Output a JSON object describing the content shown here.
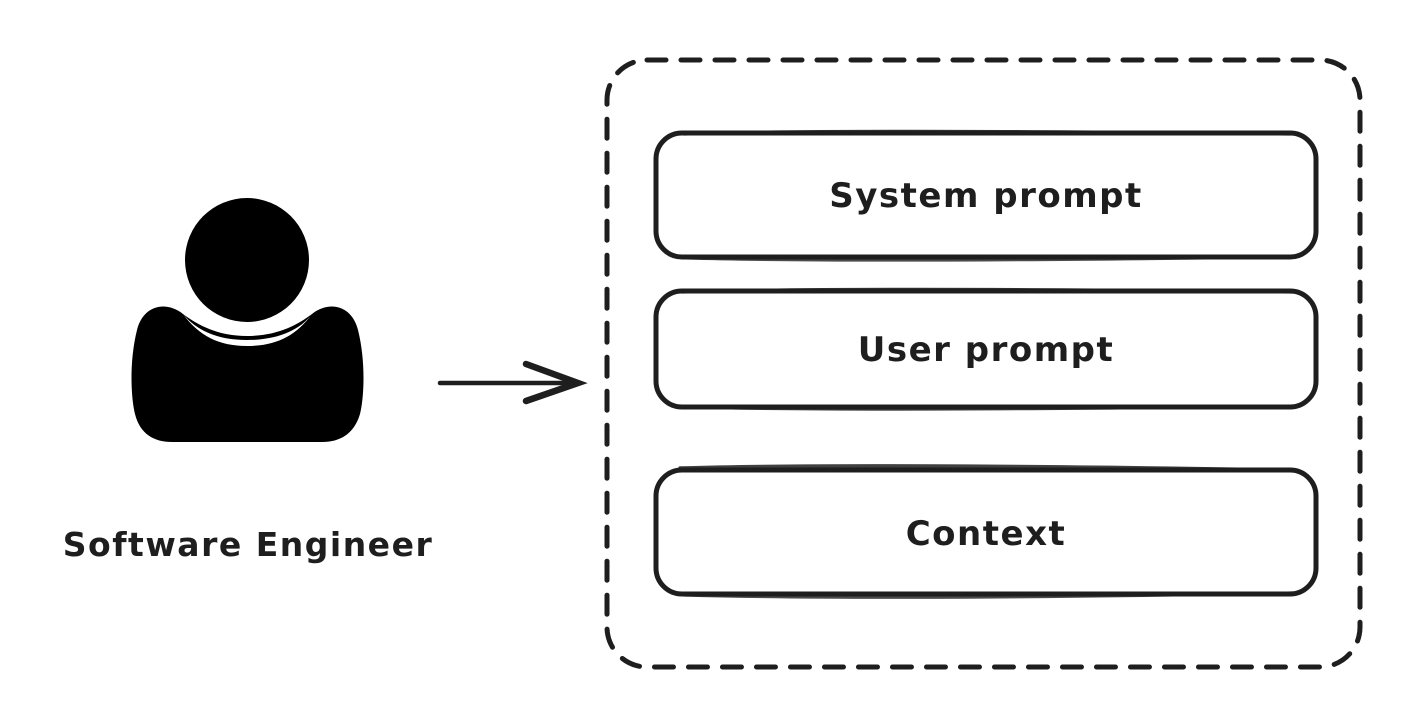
{
  "diagram": {
    "type": "flow-diagram",
    "background_color": "#ffffff",
    "stroke_color": "#1e1e1e",
    "actor": {
      "icon": "user-person-icon",
      "label": "Software Engineer"
    },
    "connector": {
      "icon": "arrow-right-icon",
      "label": ""
    },
    "container": {
      "name": "prompt-container",
      "border_style": "dashed",
      "border_color": "#1e1e1e",
      "items": [
        {
          "label": "System prompt"
        },
        {
          "label": "User prompt"
        },
        {
          "label": "Context"
        }
      ]
    }
  }
}
